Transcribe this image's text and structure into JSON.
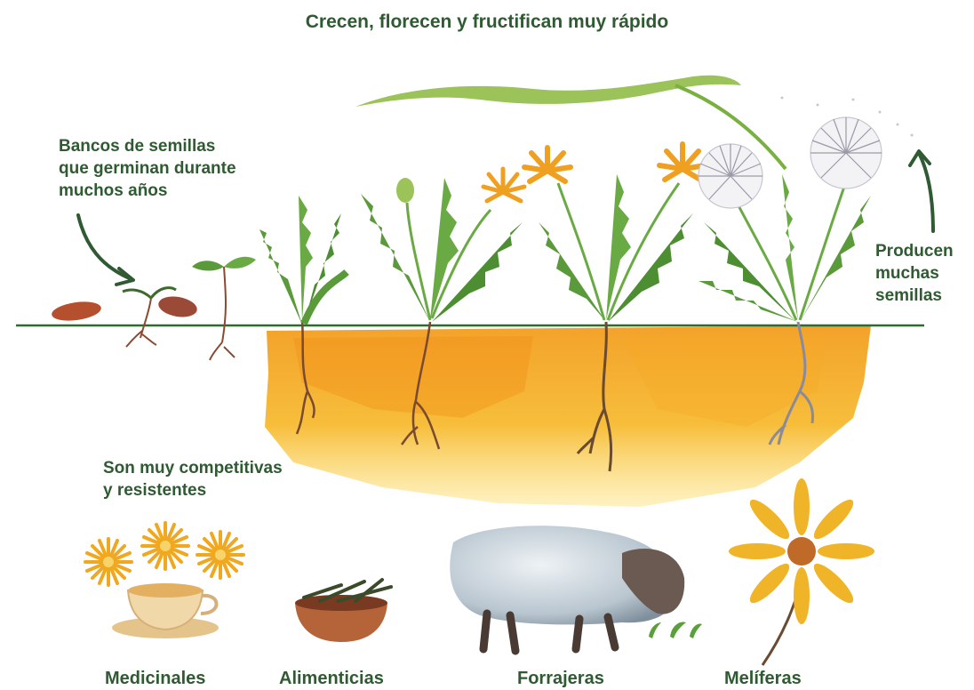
{
  "title": "Crecen, florecen y fructifican muy rápido",
  "annotations": {
    "seed_bank": [
      "Bancos de semillas",
      "que germinan durante",
      "muchos años"
    ],
    "many_seeds": [
      "Producen",
      "muchas",
      "semillas"
    ],
    "competitive": [
      "Son muy competitivas",
      "y resistentes"
    ]
  },
  "uses": {
    "medicinales": "Medicinales",
    "alimenticias": "Alimenticias",
    "forrajeras": "Forrajeras",
    "meliferas": "Melíferas"
  },
  "icons": [
    "seed-icon",
    "seedling-icon",
    "dandelion-plant-icon",
    "dandelion-flower-icon",
    "seed-head-icon",
    "tea-cup-icon",
    "bowl-icon",
    "sheep-icon",
    "sunflower-icon",
    "arrow-icon"
  ],
  "colors": {
    "text": "#2f5a32",
    "soil": "#f0a020",
    "ground_line": "#2f6b2f",
    "leaf": "#5a9a3a",
    "flower": "#f0a020"
  }
}
